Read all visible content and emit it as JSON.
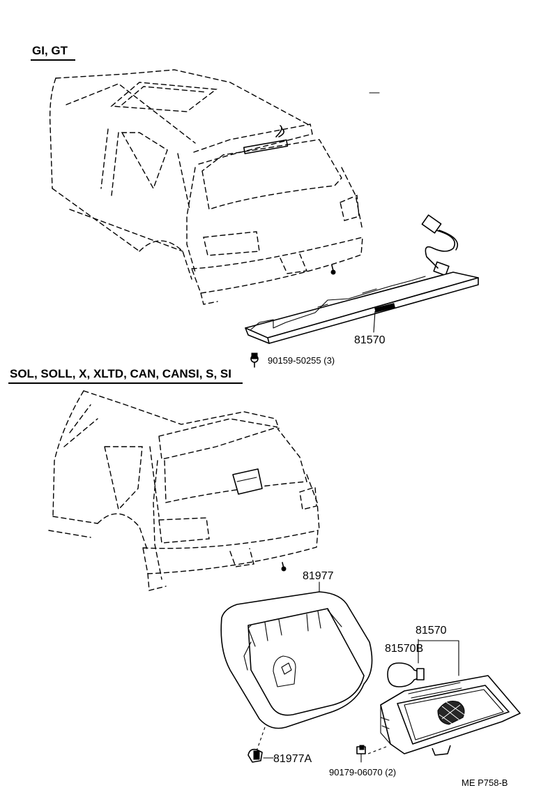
{
  "sections": [
    {
      "title": "GI, GT"
    },
    {
      "title": "SOL, SOLL, X, XLTD, CAN, CANSI, S, SI"
    }
  ],
  "parts": {
    "upper_lamp": "81570",
    "upper_screw": "90159-50255 (3)",
    "cover": "81977",
    "lower_lamp": "81570",
    "bulb": "81570B",
    "clip": "81977A",
    "lower_screw": "90179-06070 (2)"
  },
  "footer": {
    "code": "ME  P758-B"
  }
}
